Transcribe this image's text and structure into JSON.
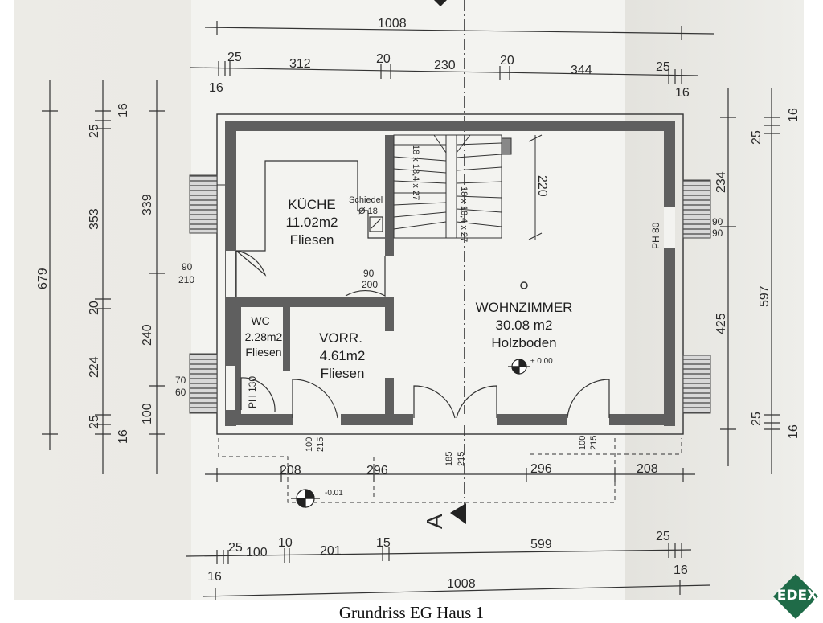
{
  "caption": "Grundriss EG Haus 1",
  "logo": {
    "text": "EDEX",
    "color": "#1f6b48"
  },
  "colors": {
    "wall": "#5f5f5f",
    "line": "#333333"
  },
  "dims": {
    "top_total": "1008",
    "top_seg": [
      "25",
      "312",
      "20",
      "230",
      "20",
      "344",
      "25"
    ],
    "top_small_left": "16",
    "top_small_right": "16",
    "bottom_total": "1008",
    "bottom_seg": [
      "25",
      "100",
      "10",
      "201",
      "15",
      "599",
      "25"
    ],
    "bottom_small_left": "16",
    "bottom_small_right": "16",
    "left_total": "679",
    "left_a": [
      "25",
      "353",
      "20",
      "224",
      "25"
    ],
    "left_a_small": [
      "16",
      "16"
    ],
    "left_b": [
      "339",
      "240",
      "100"
    ],
    "right_a": [
      "25",
      "234",
      "425",
      "25"
    ],
    "right_b": [
      "597"
    ],
    "right_small": [
      "16",
      "16"
    ],
    "terrace": [
      "208",
      "296",
      "296",
      "208"
    ],
    "stair_rise": "220"
  },
  "rooms": {
    "kueche": {
      "name": "KÜCHE",
      "area": "11.02m2",
      "floor": "Fliesen"
    },
    "wc": {
      "name": "WC",
      "area": "2.28m2",
      "floor": "Fliesen"
    },
    "vorr": {
      "name": "VORR.",
      "area": "4.61m2",
      "floor": "Fliesen"
    },
    "wohn": {
      "name": "WOHNZIMMER",
      "area": "30.08 m2",
      "floor": "Holzboden"
    }
  },
  "labels": {
    "schiedel": "Schiedel",
    "schiedel_d": "Ø 18",
    "stairs_note": "18 x 18,4 x 27",
    "window_90_90a": "90",
    "window_90_90b": "90",
    "ph80": "PH 80",
    "ph130": "PH 130",
    "door_90_210a": "90",
    "door_90_210b": "210",
    "door_90_200a": "90",
    "door_90_200b": "200",
    "win_70": "70",
    "win_60": "60",
    "d100_215a": "100",
    "d100_215b": "215",
    "d185_215a": "185",
    "d185_215b": "215",
    "d100_215c": "100",
    "d100_215d": "215",
    "level_in": "± 0.00",
    "level_out": "-0.01",
    "section": "A"
  }
}
